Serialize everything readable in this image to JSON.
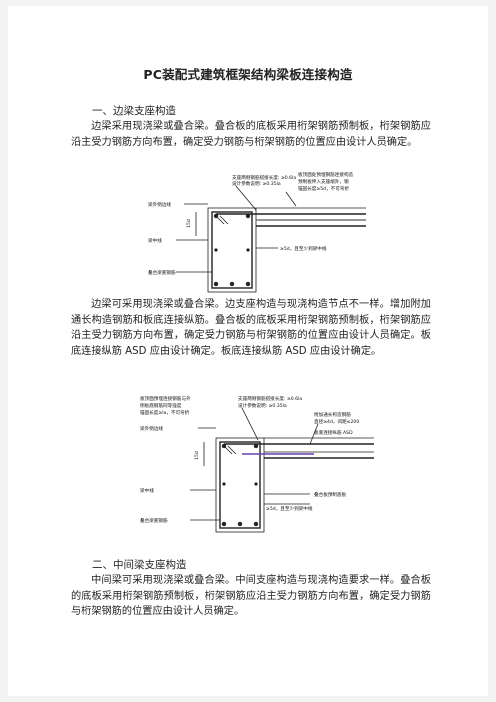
{
  "doc": {
    "title": "PC装配式建筑框架结构梁板连接构造",
    "sections": [
      {
        "heading": "一、边梁支座构造",
        "para1": "边梁采用现浇梁或叠合梁。叠合板的底板采用桁架钢筋预制板，桁架钢筋应沿主受力钢筋方向布置，确定受力钢筋与桁架钢筋的位置应由设计人员确定。",
        "figure1": {
          "labels": {
            "top1": "支座两侧钢筋搭接长度: ≥0.6la",
            "top2": "设计参数说明: ≥0.35la",
            "right1": "板顶面处预埋钢筋连接构造",
            "right2": "预制板伸入支座端外，钢",
            "right3": "锚固长度≥5d，不可弯折",
            "left1": "梁外侧边线",
            "left2": "梁中线",
            "left3": "叠合梁底钢筋",
            "note": "≥5d，且至少到梁中线",
            "dim": "15d"
          }
        },
        "para2": "边梁可采用现浇梁或叠合梁。边支座构造与现浇构造节点不一样。增加附加通长构造钢筋和板底连接纵筋。叠合板的底板采用桁架钢筋预制板，桁架钢筋应沿主受力钢筋方向布置，确定受力钢筋与桁架钢筋的位置应由设计人员确定。板底连接纵筋 ASD 应由设计确定。板底连接纵筋 ASD 应由设计确定。",
        "figure2": {
          "labels": {
            "l1": "板顶面预埋连接钢筋与外",
            "l2": "侧板底钢筋同等强度",
            "l3": "锚固长度≥la，不可弯折",
            "left1": "梁外侧边线",
            "left2": "梁中线",
            "left3": "叠合梁底钢筋",
            "top1": "支座两侧钢筋搭接长度: ≥0.6la",
            "top2": "设计参数说明: ≥0.35la",
            "r1": "附加通长构造钢筋",
            "r2": "直径≥4d，间距≤200",
            "r3": "板底连接纵筋 ASD",
            "r4": "叠合板预制底板",
            "b1": "≥5d，且至少到梁中线",
            "dim": "15d"
          }
        }
      },
      {
        "heading": "二、中间梁支座构造",
        "para1": "中间梁可采用现浇梁或叠合梁。中间支座构造与现浇构造要求一样。叠合板的底板采用桁架钢筋预制板，桁架钢筋应沿主受力钢筋方向布置，确定受力钢筋与桁架钢筋的位置应由设计人员确定。"
      }
    ]
  }
}
